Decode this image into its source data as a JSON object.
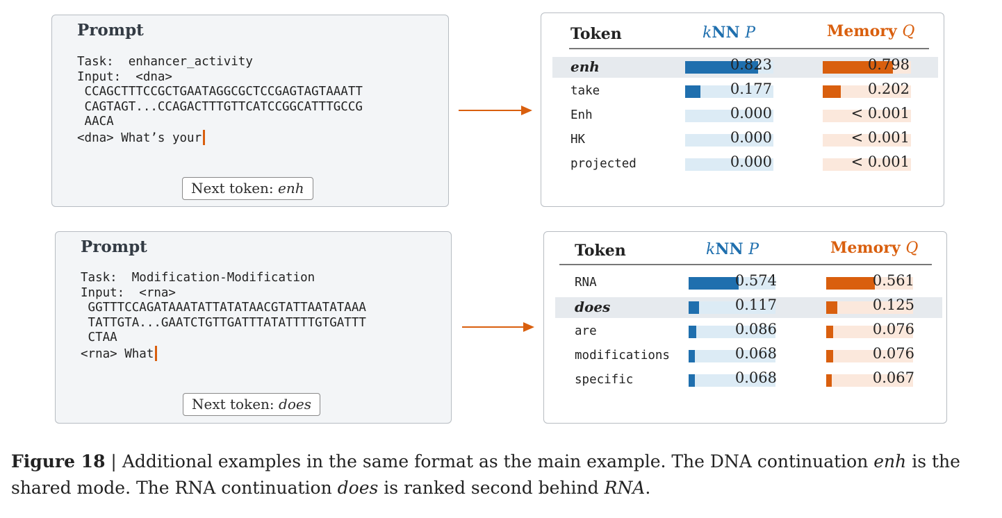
{
  "colors": {
    "knn": "#1f6fae",
    "memory": "#d95f0e",
    "knn_track": "#dcebf5",
    "memory_track": "#fbe8dc"
  },
  "panels": [
    {
      "prompt": {
        "title": "Prompt",
        "lines": [
          "Task:  enhancer_activity",
          "Input:  <dna>",
          " CCAGCTTTCCGCTGAATAGGCGCTCCGAGTAGTAAATT",
          " CAGTAGT...CCAGACTTTGTTCATCCGGCATTTGCCG",
          " AACA",
          "<dna> What’s your"
        ],
        "next_label": "Next token: ",
        "next_token": "enh"
      },
      "table": {
        "headers": {
          "token": "Token",
          "knn_k": "k",
          "knn_rest": "NN ",
          "knn_sym": "P",
          "mem": "Memory ",
          "mem_sym": "Q"
        },
        "rows": [
          {
            "token": "enh",
            "highlight": true,
            "p": 0.823,
            "p_label": "0.823",
            "q": 0.798,
            "q_label": "0.798"
          },
          {
            "token": "take",
            "highlight": false,
            "p": 0.177,
            "p_label": "0.177",
            "q": 0.202,
            "q_label": "0.202"
          },
          {
            "token": "Enh",
            "highlight": false,
            "p": 0.0,
            "p_label": "0.000",
            "q": 0.0,
            "q_label": "< 0.001"
          },
          {
            "token": "HK",
            "highlight": false,
            "p": 0.0,
            "p_label": "0.000",
            "q": 0.0,
            "q_label": "< 0.001"
          },
          {
            "token": "projected",
            "highlight": false,
            "p": 0.0,
            "p_label": "0.000",
            "q": 0.0,
            "q_label": "< 0.001"
          }
        ]
      }
    },
    {
      "prompt": {
        "title": "Prompt",
        "lines": [
          "Task:  Modification-Modification",
          "Input:  <rna>",
          " GGTTTCCAGATAAATATTATATAACGTATTAATATAAA",
          " TATTGTA...GAATCTGTTGATTTATATTTTGTGATTT",
          " CTAA",
          "<rna> What"
        ],
        "next_label": "Next token: ",
        "next_token": "does"
      },
      "table": {
        "headers": {
          "token": "Token",
          "knn_k": "k",
          "knn_rest": "NN ",
          "knn_sym": "P",
          "mem": "Memory ",
          "mem_sym": "Q"
        },
        "rows": [
          {
            "token": "RNA",
            "highlight": false,
            "p": 0.574,
            "p_label": "0.574",
            "q": 0.561,
            "q_label": "0.561"
          },
          {
            "token": "does",
            "highlight": true,
            "p": 0.117,
            "p_label": "0.117",
            "q": 0.125,
            "q_label": "0.125"
          },
          {
            "token": "are",
            "highlight": false,
            "p": 0.086,
            "p_label": "0.086",
            "q": 0.076,
            "q_label": "0.076"
          },
          {
            "token": "modifications",
            "highlight": false,
            "p": 0.068,
            "p_label": "0.068",
            "q": 0.076,
            "q_label": "0.076"
          },
          {
            "token": "specific",
            "highlight": false,
            "p": 0.068,
            "p_label": "0.068",
            "q": 0.067,
            "q_label": "0.067"
          }
        ]
      }
    }
  ],
  "caption": {
    "label": "Figure 18",
    "sep": " | ",
    "text_1": "Additional examples in the same format as the main example. The DNA continuation ",
    "em_1": "enh",
    "text_2": " is the shared mode. The RNA continuation ",
    "em_2": "does",
    "text_3": " is ranked second behind ",
    "em_3": "RNA",
    "text_4": "."
  }
}
